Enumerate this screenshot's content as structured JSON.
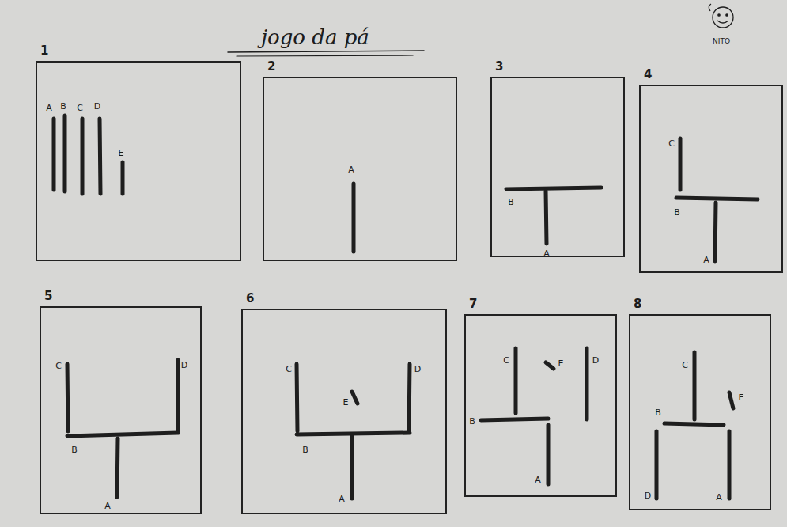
{
  "diagram": {
    "title": "jogo da pá",
    "nodes": [
      {
        "text": [
          "1"
        ]
      },
      {
        "text": [
          "2"
        ]
      },
      {
        "text": [
          "3"
        ]
      },
      {
        "text": [
          "4"
        ]
      },
      {
        "text": [
          "5"
        ]
      },
      {
        "text": [
          "6"
        ]
      },
      {
        "text": [
          "7"
        ]
      },
      {
        "text": [
          "8"
        ]
      }
    ],
    "labels": [
      "A",
      "B",
      "C",
      "D",
      "E",
      "A",
      "B",
      "A",
      "C",
      "B",
      "A",
      "C",
      "D",
      "B",
      "A",
      "C",
      "D",
      "E",
      "B",
      "A",
      "C",
      "E",
      "D",
      "B",
      "A",
      "C",
      "E",
      "B",
      "D",
      "A",
      "NITO"
    ]
  }
}
